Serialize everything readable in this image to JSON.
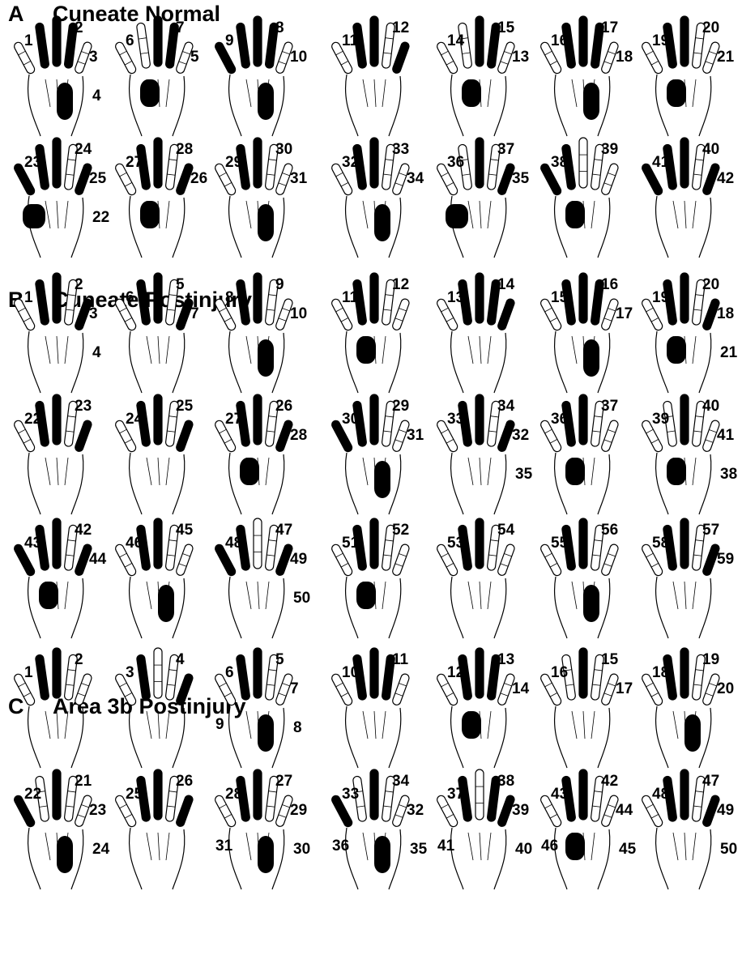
{
  "colors": {
    "fill": "#000000",
    "outline": "#000000",
    "background": "#ffffff"
  },
  "panels": [
    {
      "letter": "A",
      "title": "Cuneate  Normal",
      "rows": [
        {
          "hands": [
            {
              "labels": [
                "1",
                "2",
                "3",
                "4"
              ],
              "shade": [
                "d2",
                "d3",
                "d4",
                "palm-ulnar"
              ]
            },
            {
              "labels": [
                "6",
                "7",
                "5"
              ],
              "shade": [
                "d3",
                "d4",
                "palm-mid"
              ]
            },
            {
              "labels": [
                "9",
                "8",
                "10"
              ],
              "shade": [
                "d2",
                "d3",
                "d4",
                "d1",
                "palm-ulnar"
              ]
            },
            {
              "labels": [
                "11",
                "12"
              ],
              "shade": [
                "d2",
                "d3",
                "d5"
              ]
            },
            {
              "labels": [
                "14",
                "15",
                "13"
              ],
              "shade": [
                "d3",
                "d4",
                "palm-mid"
              ]
            },
            {
              "labels": [
                "16",
                "17",
                "18"
              ],
              "shade": [
                "d2",
                "d3",
                "d4",
                "palm-ulnar"
              ]
            },
            {
              "labels": [
                "19",
                "20",
                "21"
              ],
              "shade": [
                "d2",
                "d3",
                "palm-mid"
              ]
            }
          ]
        },
        {
          "hands": [
            {
              "labels": [
                "23",
                "24",
                "25",
                "22"
              ],
              "shade": [
                "d1",
                "d2",
                "d3",
                "d5",
                "palm-radial"
              ]
            },
            {
              "labels": [
                "27",
                "28",
                "26"
              ],
              "shade": [
                "d2",
                "d3",
                "d5",
                "palm-mid"
              ]
            },
            {
              "labels": [
                "29",
                "30",
                "31"
              ],
              "shade": [
                "d2",
                "d3",
                "palm-ulnar"
              ]
            },
            {
              "labels": [
                "32",
                "33",
                "34"
              ],
              "shade": [
                "d2",
                "d3",
                "palm-ulnar"
              ]
            },
            {
              "labels": [
                "36",
                "37",
                "35"
              ],
              "shade": [
                "d3",
                "d5",
                "palm-radial"
              ]
            },
            {
              "labels": [
                "38",
                "39"
              ],
              "shade": [
                "d1",
                "d2",
                "palm-mid"
              ]
            },
            {
              "labels": [
                "41",
                "40",
                "42"
              ],
              "shade": [
                "d2",
                "d3",
                "d1",
                "d5"
              ]
            }
          ]
        }
      ]
    },
    {
      "letter": "B",
      "title": "Cuneate  Postinjury",
      "rows": [
        {
          "hands": [
            {
              "labels": [
                "1",
                "2",
                "3",
                "4"
              ],
              "shade": [
                "d2",
                "d3",
                "d5"
              ]
            },
            {
              "labels": [
                "6",
                "5",
                "7"
              ],
              "shade": [
                "d2",
                "d3",
                "d5"
              ]
            },
            {
              "labels": [
                "8",
                "9",
                "10"
              ],
              "shade": [
                "d2",
                "d3",
                "palm-ulnar"
              ]
            },
            {
              "labels": [
                "11",
                "12"
              ],
              "shade": [
                "d2",
                "d3",
                "palm-mid"
              ]
            },
            {
              "labels": [
                "13",
                "14"
              ],
              "shade": [
                "d2",
                "d3",
                "d4",
                "d5"
              ]
            },
            {
              "labels": [
                "15",
                "16",
                "17"
              ],
              "shade": [
                "d2",
                "d3",
                "d4",
                "palm-ulnar"
              ]
            },
            {
              "labels": [
                "19",
                "20",
                "18",
                "21"
              ],
              "shade": [
                "d2",
                "d3",
                "palm-mid",
                "d5"
              ]
            }
          ]
        },
        {
          "hands": [
            {
              "labels": [
                "22",
                "23"
              ],
              "shade": [
                "d2",
                "d3",
                "d5"
              ]
            },
            {
              "labels": [
                "24",
                "25"
              ],
              "shade": [
                "d2",
                "d3",
                "d5"
              ]
            },
            {
              "labels": [
                "27",
                "26",
                "28"
              ],
              "shade": [
                "d2",
                "d3",
                "palm-mid",
                "d5"
              ]
            },
            {
              "labels": [
                "30",
                "29",
                "31"
              ],
              "shade": [
                "d2",
                "d3",
                "d1",
                "palm-ulnar"
              ]
            },
            {
              "labels": [
                "33",
                "34",
                "32",
                "35"
              ],
              "shade": [
                "d2",
                "d3",
                "d5"
              ]
            },
            {
              "labels": [
                "36",
                "37"
              ],
              "shade": [
                "d2",
                "d3",
                "palm-mid"
              ]
            },
            {
              "labels": [
                "39",
                "40",
                "41",
                "38"
              ],
              "shade": [
                "d3",
                "palm-mid"
              ]
            }
          ]
        },
        {
          "hands": [
            {
              "labels": [
                "43",
                "42",
                "44"
              ],
              "shade": [
                "d1",
                "d2",
                "d3",
                "palm-mid",
                "d5"
              ]
            },
            {
              "labels": [
                "46",
                "45"
              ],
              "shade": [
                "d2",
                "d3",
                "palm-ulnar"
              ]
            },
            {
              "labels": [
                "48",
                "47",
                "49",
                "50"
              ],
              "shade": [
                "d1",
                "d2",
                "d5"
              ]
            },
            {
              "labels": [
                "51",
                "52"
              ],
              "shade": [
                "d2",
                "d3",
                "palm-mid"
              ]
            },
            {
              "labels": [
                "53",
                "54"
              ],
              "shade": [
                "d2",
                "d3"
              ]
            },
            {
              "labels": [
                "55",
                "56"
              ],
              "shade": [
                "d2",
                "d3",
                "palm-ulnar"
              ]
            },
            {
              "labels": [
                "58",
                "57",
                "59"
              ],
              "shade": [
                "d2",
                "d3",
                "d5"
              ]
            }
          ]
        }
      ]
    },
    {
      "letter": "C",
      "title": "Area 3b  Postinjury",
      "rows": [
        {
          "hands": [
            {
              "labels": [
                "1",
                "2"
              ],
              "shade": [
                "d2",
                "d3"
              ]
            },
            {
              "labels": [
                "3",
                "4"
              ],
              "shade": [
                "d2",
                "d5"
              ]
            },
            {
              "labels": [
                "6",
                "5",
                "7",
                "8",
                "9"
              ],
              "shade": [
                "d2",
                "d3",
                "palm-ulnar"
              ]
            },
            {
              "labels": [
                "10",
                "11"
              ],
              "shade": [
                "d2",
                "d3",
                "d4"
              ]
            },
            {
              "labels": [
                "12",
                "13",
                "14"
              ],
              "shade": [
                "d2",
                "d3",
                "d4",
                "palm-mid"
              ]
            },
            {
              "labels": [
                "16",
                "15",
                "17"
              ],
              "shade": [
                "d3"
              ]
            },
            {
              "labels": [
                "18",
                "19",
                "20"
              ],
              "shade": [
                "d2",
                "d3",
                "palm-ulnar"
              ]
            }
          ]
        },
        {
          "hands": [
            {
              "labels": [
                "22",
                "21",
                "23",
                "24"
              ],
              "shade": [
                "d1",
                "d3",
                "palm-ulnar"
              ]
            },
            {
              "labels": [
                "25",
                "26"
              ],
              "shade": [
                "d2",
                "d3",
                "d5"
              ]
            },
            {
              "labels": [
                "28",
                "27",
                "29",
                "30",
                "31"
              ],
              "shade": [
                "d2",
                "d3",
                "palm-ulnar"
              ]
            },
            {
              "labels": [
                "33",
                "34",
                "32",
                "35",
                "36"
              ],
              "shade": [
                "d1",
                "d3",
                "palm-ulnar"
              ]
            },
            {
              "labels": [
                "37",
                "38",
                "39",
                "40",
                "41"
              ],
              "shade": [
                "d2",
                "d4",
                "d5"
              ]
            },
            {
              "labels": [
                "43",
                "42",
                "44",
                "45",
                "46"
              ],
              "shade": [
                "d2",
                "d3",
                "palm-mid"
              ]
            },
            {
              "labels": [
                "48",
                "47",
                "49",
                "50"
              ],
              "shade": [
                "d2",
                "d3",
                "d5"
              ]
            }
          ]
        }
      ]
    }
  ]
}
